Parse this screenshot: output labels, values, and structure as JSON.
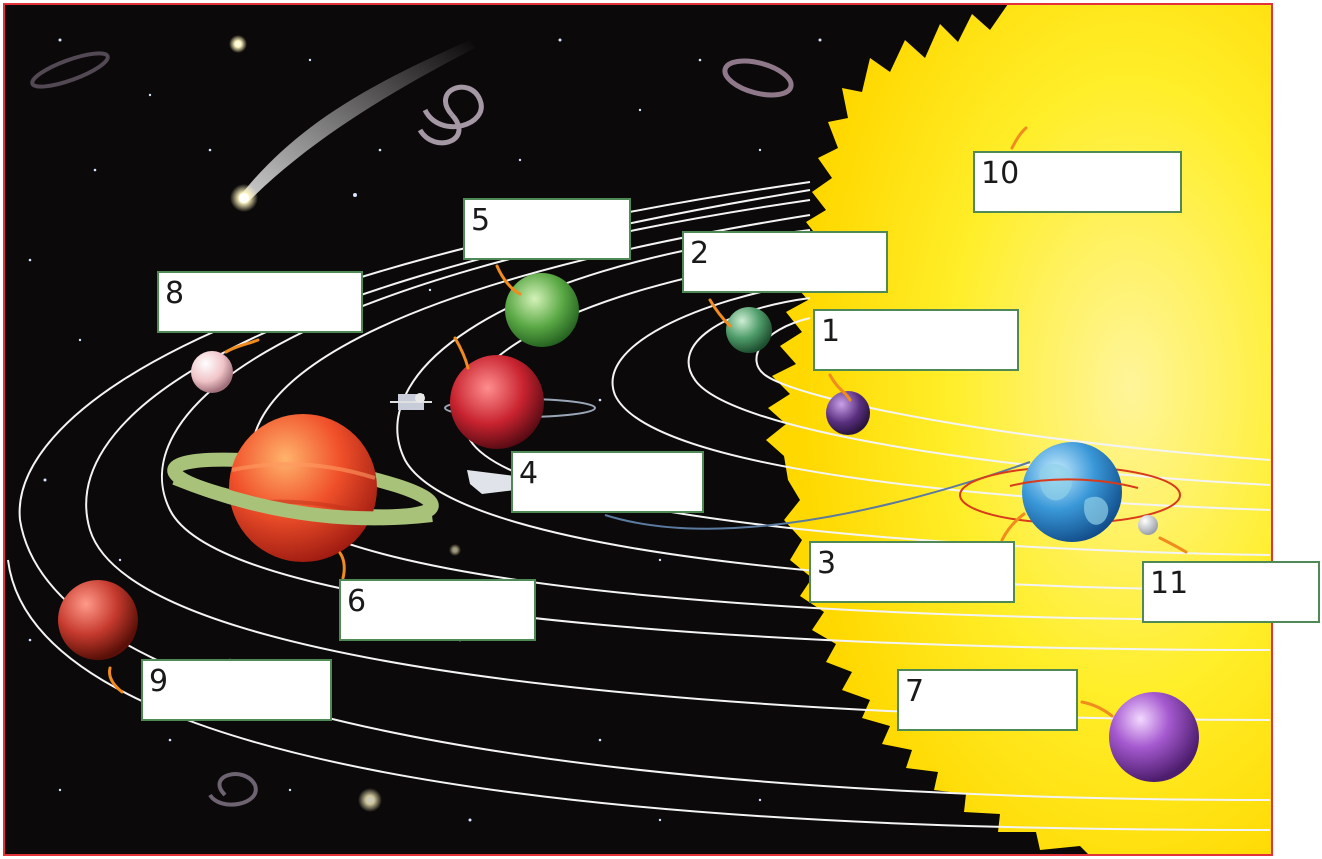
{
  "colors": {
    "space": "#0b0909",
    "sun": "#ffec1e",
    "sun_core": "#fff36a",
    "orbit": "#f4f4f4",
    "arrow": "#f08b1e",
    "label_border": "#4f8a56",
    "frame": "#e2333a"
  },
  "labels": [
    {
      "number": "1"
    },
    {
      "number": "2"
    },
    {
      "number": "3"
    },
    {
      "number": "4"
    },
    {
      "number": "5"
    },
    {
      "number": "6"
    },
    {
      "number": "7"
    },
    {
      "number": "8"
    },
    {
      "number": "9"
    },
    {
      "number": "10"
    },
    {
      "number": "11"
    }
  ],
  "objects": [
    "sun",
    "planet-1",
    "planet-2",
    "earth",
    "planet-4",
    "planet-5",
    "saturn",
    "planet-7",
    "planet-8",
    "planet-9",
    "moon",
    "comet",
    "space-probe",
    "space-shuttle",
    "spiral-galaxy"
  ]
}
